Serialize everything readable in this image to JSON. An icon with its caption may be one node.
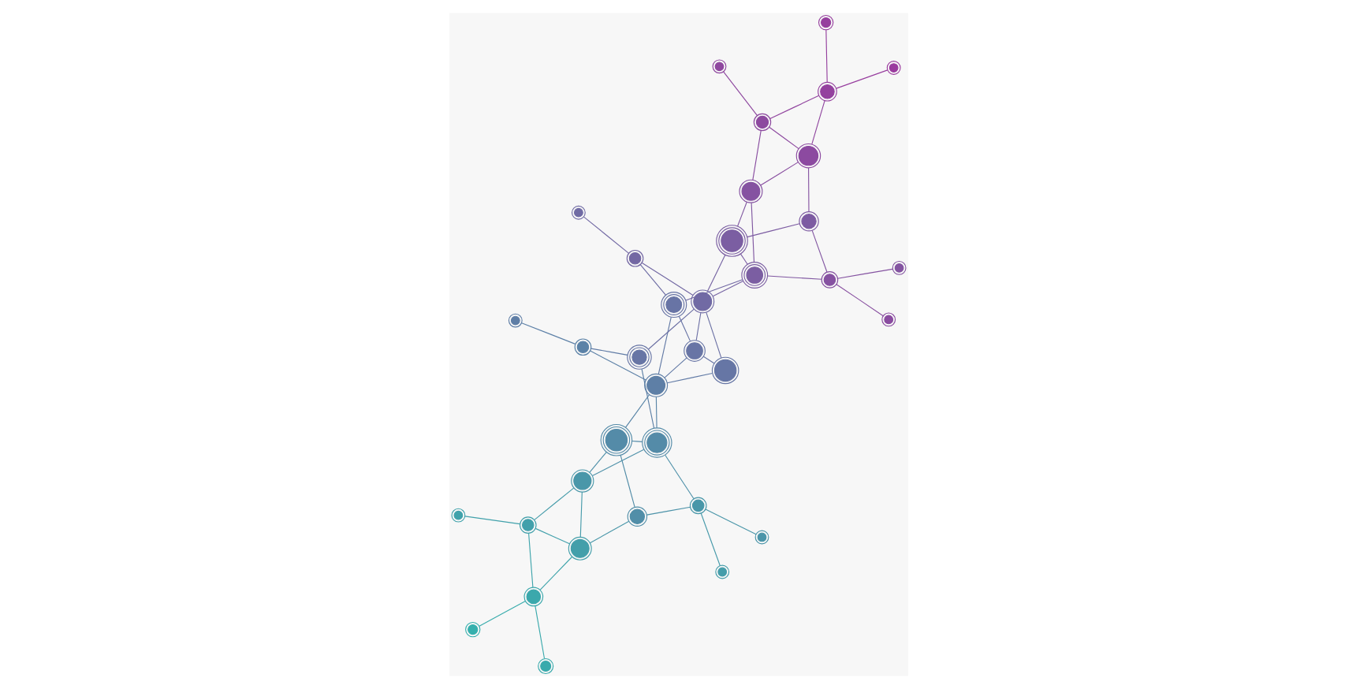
{
  "diagram": {
    "nodes": [
      {
        "text": [],
        "shape": "circle"
      },
      {
        "text": [],
        "shape": "circle"
      },
      {
        "text": [],
        "shape": "circle"
      },
      {
        "text": [],
        "shape": "circle"
      },
      {
        "text": [],
        "shape": "circle"
      },
      {
        "text": [],
        "shape": "circle"
      },
      {
        "text": [],
        "shape": "circle"
      },
      {
        "text": [],
        "shape": "circle"
      },
      {
        "text": [],
        "shape": "circle"
      },
      {
        "text": [],
        "shape": "circle"
      },
      {
        "text": [],
        "shape": "circle"
      },
      {
        "text": [],
        "shape": "circle"
      },
      {
        "text": [],
        "shape": "circle"
      },
      {
        "text": [],
        "shape": "circle"
      },
      {
        "text": [],
        "shape": "circle"
      },
      {
        "text": [],
        "shape": "circle"
      },
      {
        "text": [],
        "shape": "circle"
      },
      {
        "text": [],
        "shape": "circle"
      },
      {
        "text": [],
        "shape": "circle"
      },
      {
        "text": [],
        "shape": "circle"
      },
      {
        "text": [],
        "shape": "circle"
      },
      {
        "text": [],
        "shape": "circle"
      },
      {
        "text": [],
        "shape": "circle"
      },
      {
        "text": [],
        "shape": "circle"
      },
      {
        "text": [],
        "shape": "circle"
      },
      {
        "text": [],
        "shape": "circle"
      },
      {
        "text": [],
        "shape": "circle"
      },
      {
        "text": [],
        "shape": "circle"
      },
      {
        "text": [],
        "shape": "circle"
      },
      {
        "text": [],
        "shape": "circle"
      },
      {
        "text": [],
        "shape": "circle"
      },
      {
        "text": [],
        "shape": "circle"
      },
      {
        "text": [],
        "shape": "circle"
      },
      {
        "text": [],
        "shape": "circle"
      },
      {
        "text": [],
        "shape": "circle"
      },
      {
        "text": [],
        "shape": "circle"
      }
    ],
    "edges": [
      {
        "from": 0,
        "to": 2,
        "arrow": "none"
      },
      {
        "from": 2,
        "to": 1,
        "arrow": "none"
      },
      {
        "from": 2,
        "to": 5,
        "arrow": "none"
      },
      {
        "from": 2,
        "to": 4,
        "arrow": "none"
      },
      {
        "from": 5,
        "to": 4,
        "arrow": "none"
      },
      {
        "from": 4,
        "to": 3,
        "arrow": "none"
      },
      {
        "from": 4,
        "to": 8,
        "arrow": "none"
      },
      {
        "from": 5,
        "to": 8,
        "arrow": "none"
      },
      {
        "from": 5,
        "to": 10,
        "arrow": "none"
      },
      {
        "from": 7,
        "to": 6,
        "arrow": "none"
      },
      {
        "from": 7,
        "to": 9,
        "arrow": "none"
      },
      {
        "from": 7,
        "to": 10,
        "arrow": "none"
      },
      {
        "from": 7,
        "to": 12,
        "arrow": "none"
      },
      {
        "from": 10,
        "to": 11,
        "arrow": "none"
      },
      {
        "from": 8,
        "to": 11,
        "arrow": "none"
      },
      {
        "from": 8,
        "to": 12,
        "arrow": "none"
      },
      {
        "from": 11,
        "to": 12,
        "arrow": "none"
      },
      {
        "from": 11,
        "to": 15,
        "arrow": "none"
      },
      {
        "from": 12,
        "to": 15,
        "arrow": "none"
      },
      {
        "from": 12,
        "to": 17,
        "arrow": "none"
      },
      {
        "from": 13,
        "to": 14,
        "arrow": "none"
      },
      {
        "from": 13,
        "to": 17,
        "arrow": "none"
      },
      {
        "from": 13,
        "to": 15,
        "arrow": "none"
      },
      {
        "from": 17,
        "to": 21,
        "arrow": "none"
      },
      {
        "from": 15,
        "to": 16,
        "arrow": "none"
      },
      {
        "from": 15,
        "to": 18,
        "arrow": "none"
      },
      {
        "from": 15,
        "to": 19,
        "arrow": "none"
      },
      {
        "from": 16,
        "to": 21,
        "arrow": "none"
      },
      {
        "from": 16,
        "to": 18,
        "arrow": "none"
      },
      {
        "from": 18,
        "to": 21,
        "arrow": "none"
      },
      {
        "from": 18,
        "to": 19,
        "arrow": "none"
      },
      {
        "from": 19,
        "to": 22,
        "arrow": "none"
      },
      {
        "from": 22,
        "to": 20,
        "arrow": "none"
      },
      {
        "from": 19,
        "to": 23,
        "arrow": "none"
      },
      {
        "from": 21,
        "to": 23,
        "arrow": "none"
      },
      {
        "from": 21,
        "to": 24,
        "arrow": "none"
      },
      {
        "from": 21,
        "to": 22,
        "arrow": "none"
      },
      {
        "from": 23,
        "to": 24,
        "arrow": "none"
      },
      {
        "from": 23,
        "to": 27,
        "arrow": "none"
      },
      {
        "from": 23,
        "to": 28,
        "arrow": "none"
      },
      {
        "from": 24,
        "to": 27,
        "arrow": "none"
      },
      {
        "from": 24,
        "to": 25,
        "arrow": "none"
      },
      {
        "from": 25,
        "to": 30,
        "arrow": "none"
      },
      {
        "from": 25,
        "to": 28,
        "arrow": "none"
      },
      {
        "from": 28,
        "to": 26,
        "arrow": "none"
      },
      {
        "from": 28,
        "to": 29,
        "arrow": "none"
      },
      {
        "from": 27,
        "to": 31,
        "arrow": "none"
      },
      {
        "from": 27,
        "to": 30,
        "arrow": "none"
      },
      {
        "from": 31,
        "to": 32,
        "arrow": "none"
      },
      {
        "from": 31,
        "to": 30,
        "arrow": "none"
      },
      {
        "from": 31,
        "to": 33,
        "arrow": "none"
      },
      {
        "from": 33,
        "to": 30,
        "arrow": "none"
      },
      {
        "from": 33,
        "to": 34,
        "arrow": "none"
      },
      {
        "from": 33,
        "to": 35,
        "arrow": "none"
      }
    ]
  }
}
